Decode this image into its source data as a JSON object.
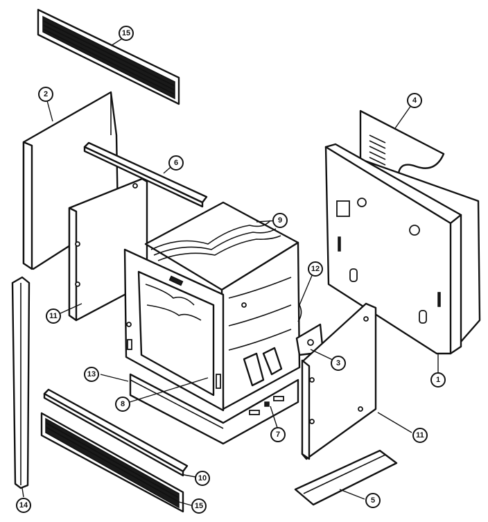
{
  "callouts": [
    {
      "id": "c15a",
      "label": "15"
    },
    {
      "id": "c2",
      "label": "2"
    },
    {
      "id": "c4",
      "label": "4"
    },
    {
      "id": "c6",
      "label": "6"
    },
    {
      "id": "c9",
      "label": "9"
    },
    {
      "id": "c11a",
      "label": "11"
    },
    {
      "id": "c12",
      "label": "12"
    },
    {
      "id": "c3",
      "label": "3"
    },
    {
      "id": "c1",
      "label": "1"
    },
    {
      "id": "c13",
      "label": "13"
    },
    {
      "id": "c8",
      "label": "8"
    },
    {
      "id": "c7",
      "label": "7"
    },
    {
      "id": "c11b",
      "label": "11"
    },
    {
      "id": "c10",
      "label": "10"
    },
    {
      "id": "c15b",
      "label": "15"
    },
    {
      "id": "c14",
      "label": "14"
    },
    {
      "id": "c5",
      "label": "5"
    }
  ]
}
